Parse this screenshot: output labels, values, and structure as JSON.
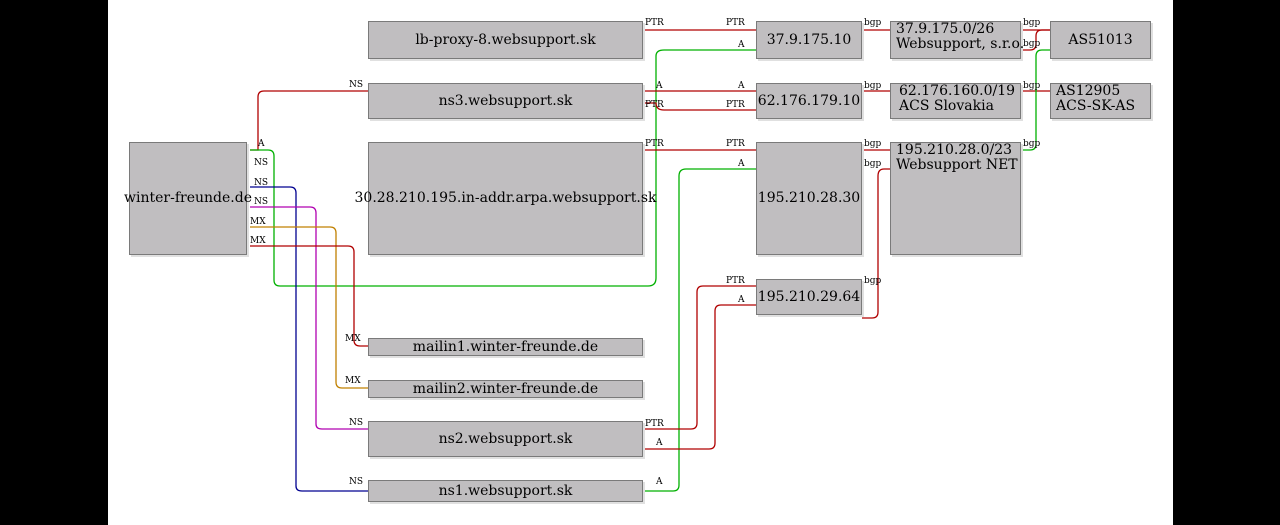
{
  "nodes": {
    "domain": "winter-freunde.de",
    "lb_proxy": "lb-proxy-8.websupport.sk",
    "ns3": "ns3.websupport.sk",
    "in_addr": "30.28.210.195.in-addr.arpa.websupport.sk",
    "mailin1": "mailin1.winter-freunde.de",
    "mailin2": "mailin2.winter-freunde.de",
    "ns2": "ns2.websupport.sk",
    "ns1": "ns1.websupport.sk",
    "ip_37": "37.9.175.10",
    "ip_62": "62.176.179.10",
    "ip_195_30": "195.210.28.30",
    "ip_195_64": "195.210.29.64",
    "net_37_l1": "37.9.175.0/26",
    "net_37_l2": "Websupport, s.r.o.",
    "net_62_l1": "62.176.160.0/19",
    "net_62_l2": "ACS Slovakia",
    "net_195_l1": "195.210.28.0/23",
    "net_195_l2": "Websupport NET",
    "as_51013": "AS51013",
    "as_12905_l1": "AS12905",
    "as_12905_l2": "ACS-SK-AS"
  },
  "labels": {
    "a": "A",
    "ns": "NS",
    "mx": "MX",
    "ptr": "PTR",
    "bgp": "bgp"
  },
  "colors": {
    "red": "#b00000",
    "green": "#00b000",
    "blue": "#000090",
    "magenta": "#b000b0",
    "orange": "#c08000",
    "node_fill": "#c0bec0"
  }
}
